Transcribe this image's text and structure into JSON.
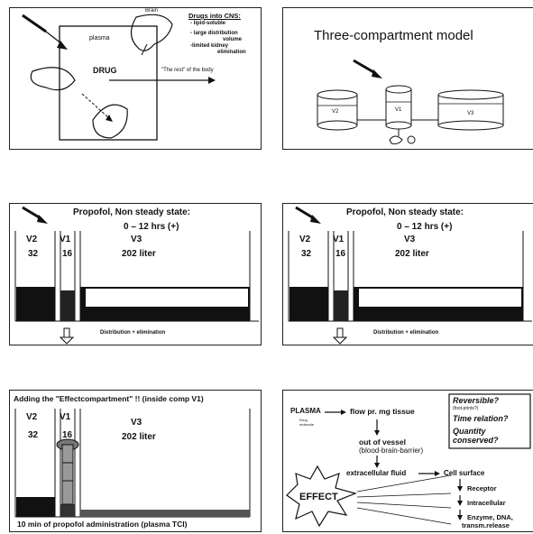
{
  "slide1": {
    "brain": "Brain",
    "plasma": "plasma",
    "drug": "DRUG",
    "rest_of_body": "\"The rest\" of the body",
    "cns_title": "Drugs into CNS:",
    "cns_items": [
      "- lipid-soluble",
      "- large distribution",
      "volume",
      "-limited kidney",
      "elimination"
    ]
  },
  "slide2": {
    "title": "Three-compartment model",
    "v2": "V2",
    "v1": "V1",
    "v3": "V3"
  },
  "slide3": {
    "title": "Propofol, Non steady state:",
    "hours": "0 – 12 hrs (+)",
    "v2": "V2",
    "v1": "V1",
    "v3": "V3",
    "n32": "32",
    "n16": "16",
    "liters": "202 liter",
    "caption": "Distribution + elimination"
  },
  "slide4": {
    "title": "Propofol, Non steady state:",
    "hours": "0 – 12 hrs (+)",
    "v2": "V2",
    "v1": "V1",
    "v3": "V3",
    "n32": "32",
    "n16": "16",
    "liters": "202 liter",
    "caption": "Distribution + elimination"
  },
  "slide5": {
    "title": "Adding the \"Effectcompartment\" !! (inside comp V1)",
    "v2": "V2",
    "v1": "V1",
    "v3": "V3",
    "n32": "32",
    "n16": "16",
    "liters": "202 liter",
    "caption": "10 min of propofol administration (plasma TCI)"
  },
  "slide6": {
    "plasma": "PLASMA",
    "drug_molecule": "Drug molecule",
    "flow": "flow pr. mg tissue",
    "out_of_vessel": "out of vessel",
    "bbb": "(blood-brain-barrier)",
    "extracellular": "extracellular fluid",
    "cell_surface": "Cell surface",
    "receptor": "Receptor",
    "intracellular": "Intracellular",
    "enzyme": "Enzyme, DNA,",
    "transm": "transm.release",
    "effect": "EFFECT",
    "q1": "Reversible?",
    "q1_sub": "(foot-prints?)",
    "q2": "Time relation?",
    "q3": "Quantity",
    "q3b": "conserved?"
  }
}
